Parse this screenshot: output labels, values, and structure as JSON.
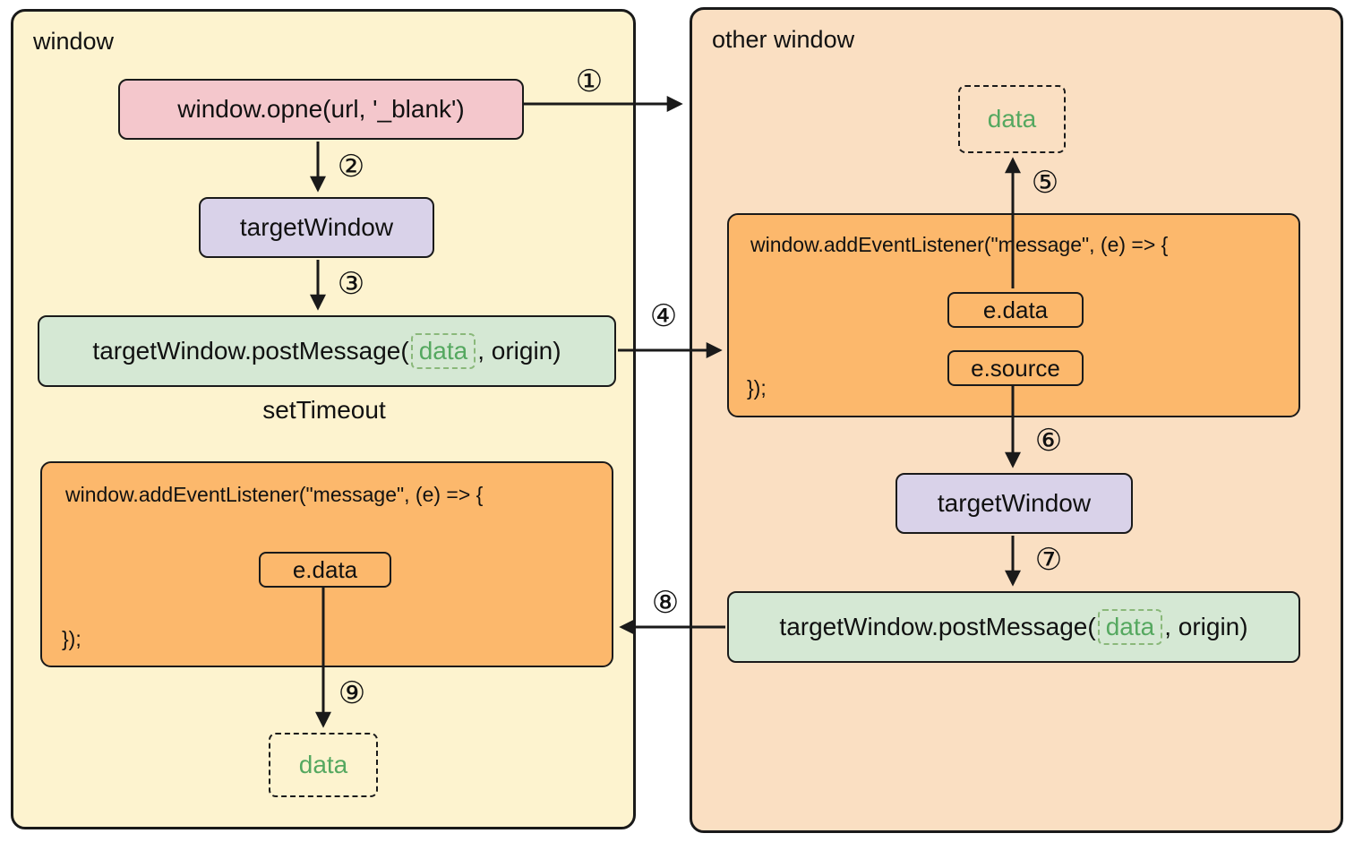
{
  "diagram": {
    "left_panel": {
      "title": "window",
      "open_call": "window.opne(url, '_blank')",
      "target_window": "targetWindow",
      "post_message": {
        "prefix": "targetWindow.postMessage(",
        "data": "data",
        "suffix": ", origin)"
      },
      "set_timeout_label": "setTimeout",
      "listener": {
        "header": "window.addEventListener(\"message\", (e) => {",
        "e_data": "e.data",
        "footer": "});"
      },
      "received_data": "data"
    },
    "right_panel": {
      "title": "other window",
      "received_data": "data",
      "listener": {
        "header": "window.addEventListener(\"message\", (e) => {",
        "e_data": "e.data",
        "e_source": "e.source",
        "footer": "});"
      },
      "target_window": "targetWindow",
      "post_message": {
        "prefix": "targetWindow.postMessage(",
        "data": "data",
        "suffix": ", origin)"
      }
    },
    "steps": [
      "①",
      "②",
      "③",
      "④",
      "⑤",
      "⑥",
      "⑦",
      "⑧",
      "⑨"
    ]
  },
  "colors": {
    "left_panel_bg": "#fdf3cf",
    "right_panel_bg": "#fadfc2",
    "open_call_box": "#f4c7cc",
    "target_window_box": "#d9d2e9",
    "post_message_box": "#d5e8d4",
    "listener_box": "#fcb86c",
    "data_text": "#55a860",
    "border": "#1a1a1a"
  }
}
